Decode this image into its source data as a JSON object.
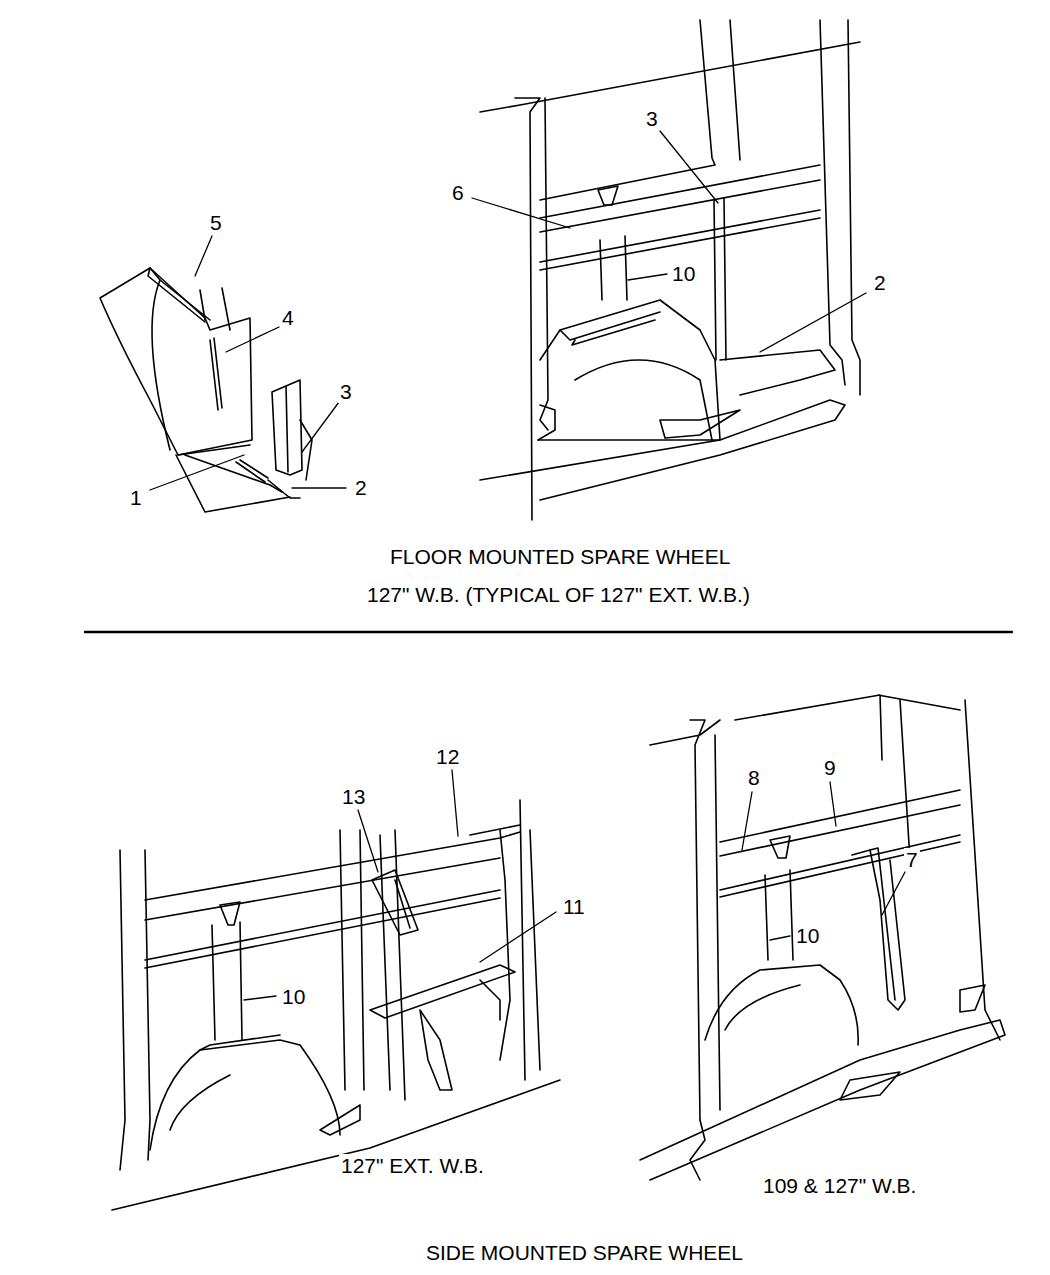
{
  "diagram": {
    "labels": [
      "5",
      "4",
      "3",
      "1",
      "2",
      "3",
      "6",
      "10",
      "2",
      "FLOOR MOUNTED SPARE WHEEL",
      "127\" W.B. (TYPICAL OF 127\" EXT. W.B.)",
      "12",
      "13",
      "11",
      "10",
      "127\" EXT. W.B.",
      "8",
      "9",
      "10",
      "7",
      "109 & 127\" W.B.",
      "SIDE MOUNTED SPARE WHEEL"
    ]
  }
}
